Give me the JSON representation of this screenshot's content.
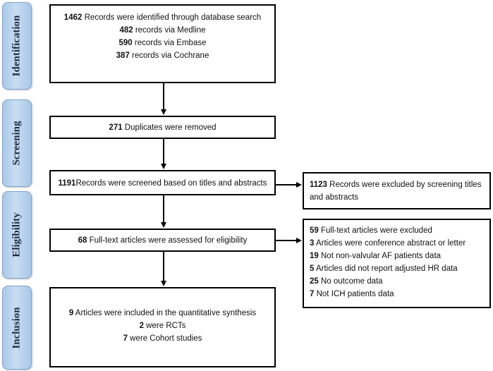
{
  "stages": [
    {
      "name": "Identification"
    },
    {
      "name": "Screening"
    },
    {
      "name": "Eligibility"
    },
    {
      "name": "Inclusion"
    }
  ],
  "identification": {
    "lines": [
      {
        "num": "1462",
        "text": " Records were identified through database search"
      },
      {
        "num": "482",
        "text": " records via Medline"
      },
      {
        "num": "590",
        "text": " records via Embase"
      },
      {
        "num": "387",
        "text": " records via Cochrane"
      }
    ]
  },
  "duplicates": {
    "num": "271",
    "text": " Duplicates were removed"
  },
  "screened": {
    "num": "1191",
    "text": "Records were screened based on titles and abstracts"
  },
  "excluded_screening": {
    "num": "1123",
    "text": " Records were excluded by screening titles",
    "text2": "and abstracts"
  },
  "fulltext": {
    "num": "68",
    "text": " Full-text articles were assessed for eligibility"
  },
  "excluded_fulltext": {
    "lines": [
      {
        "num": "59",
        "text": " Full-text articles were excluded"
      },
      {
        "num": "3",
        "text": " Articles were conference abstract or letter"
      },
      {
        "num": "19",
        "text": " Not non-valvular AF patients data"
      },
      {
        "num": "5",
        "text": " Articles did not report adjusted HR data"
      },
      {
        "num": "25",
        "text": " No outcome data"
      },
      {
        "num": "7",
        "text": " Not ICH patients data"
      }
    ]
  },
  "included": {
    "lines": [
      {
        "num": "9",
        "text": " Articles were included in the quantitative synthesis"
      },
      {
        "num": "2",
        "text": " were RCTs"
      },
      {
        "num": "7",
        "text": " were Cohort studies"
      }
    ]
  }
}
